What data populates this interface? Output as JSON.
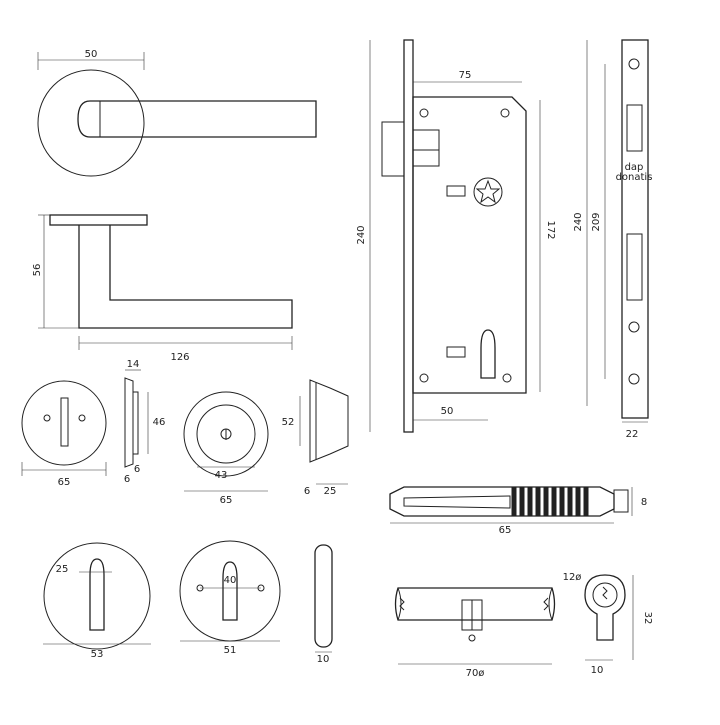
{
  "brand": {
    "logo": "dap",
    "tagline": "donatis"
  },
  "components": {
    "lever_rose_front": {
      "dimensions": [
        "50"
      ]
    },
    "lever_side": {
      "dimensions": [
        "56",
        "126"
      ]
    },
    "wc_rose": {
      "dimensions": [
        "65"
      ]
    },
    "wc_rose_side": {
      "dimensions": [
        "14",
        "46",
        "6",
        "6"
      ]
    },
    "cylinder_rose": {
      "dimensions": [
        "43",
        "65"
      ]
    },
    "cylinder_rose_side": {
      "dimensions": [
        "52",
        "6",
        "25"
      ]
    },
    "mortise_lock": {
      "dimensions": [
        "75",
        "240",
        "172",
        "50"
      ]
    },
    "faceplate": {
      "dimensions": [
        "240",
        "209",
        "22"
      ]
    },
    "key_handle": {
      "dimensions": [
        "8",
        "65"
      ]
    },
    "euro_rose_large": {
      "dimensions": [
        "25",
        "53"
      ]
    },
    "euro_rose_small": {
      "dimensions": [
        "40",
        "51"
      ]
    },
    "pull_bar": {
      "dimensions": [
        "10"
      ]
    },
    "euro_cylinder": {
      "dimensions": [
        "70ø"
      ]
    },
    "cylinder_end": {
      "dimensions": [
        "12ø",
        "32",
        "10"
      ]
    }
  },
  "icons": [
    "star-cam-icon",
    "keyhole-icon"
  ]
}
